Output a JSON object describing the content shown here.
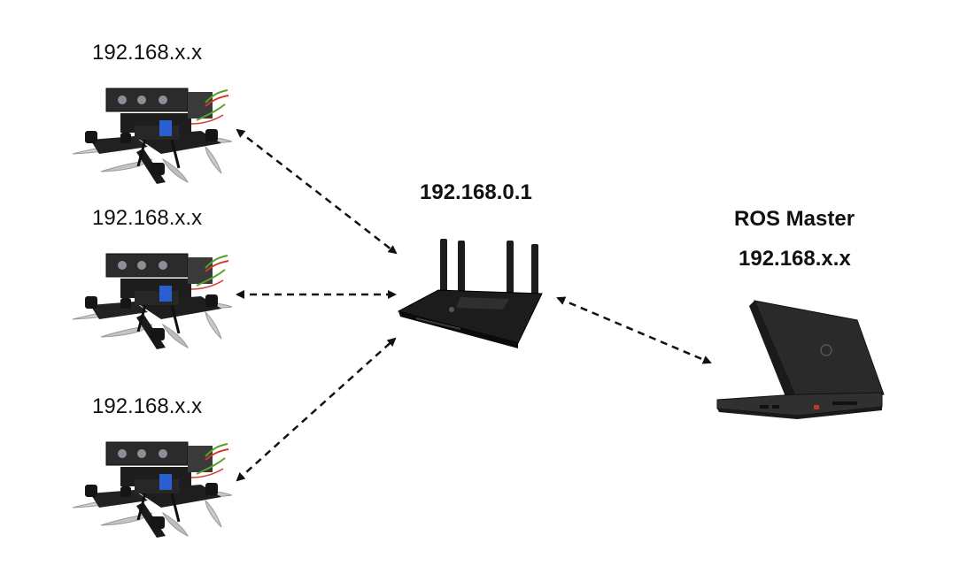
{
  "drones": [
    {
      "ip": "192.168.x.x",
      "icon": "drone-icon"
    },
    {
      "ip": "192.168.x.x",
      "icon": "drone-icon"
    },
    {
      "ip": "192.168.x.x",
      "icon": "drone-icon"
    }
  ],
  "router": {
    "ip": "192.168.0.1",
    "icon": "router-icon"
  },
  "master": {
    "title": "ROS Master",
    "ip": "192.168.x.x",
    "icon": "laptop-icon"
  },
  "colors": {
    "text": "#111111",
    "connector": "#111111",
    "device_body": "#1c1c1c",
    "prop": "#bfbfbf",
    "wire_green": "#5aa02c",
    "wire_red": "#d23c2a",
    "wire_blue": "#2a5fd2",
    "laptop_logo": "#c0392b"
  },
  "connectors": [
    {
      "from": "drone-1",
      "to": "router",
      "style": "dashed",
      "arrows": "both"
    },
    {
      "from": "drone-2",
      "to": "router",
      "style": "dashed",
      "arrows": "both"
    },
    {
      "from": "drone-3",
      "to": "router",
      "style": "dashed",
      "arrows": "both"
    },
    {
      "from": "router",
      "to": "master",
      "style": "dashed",
      "arrows": "both"
    }
  ]
}
